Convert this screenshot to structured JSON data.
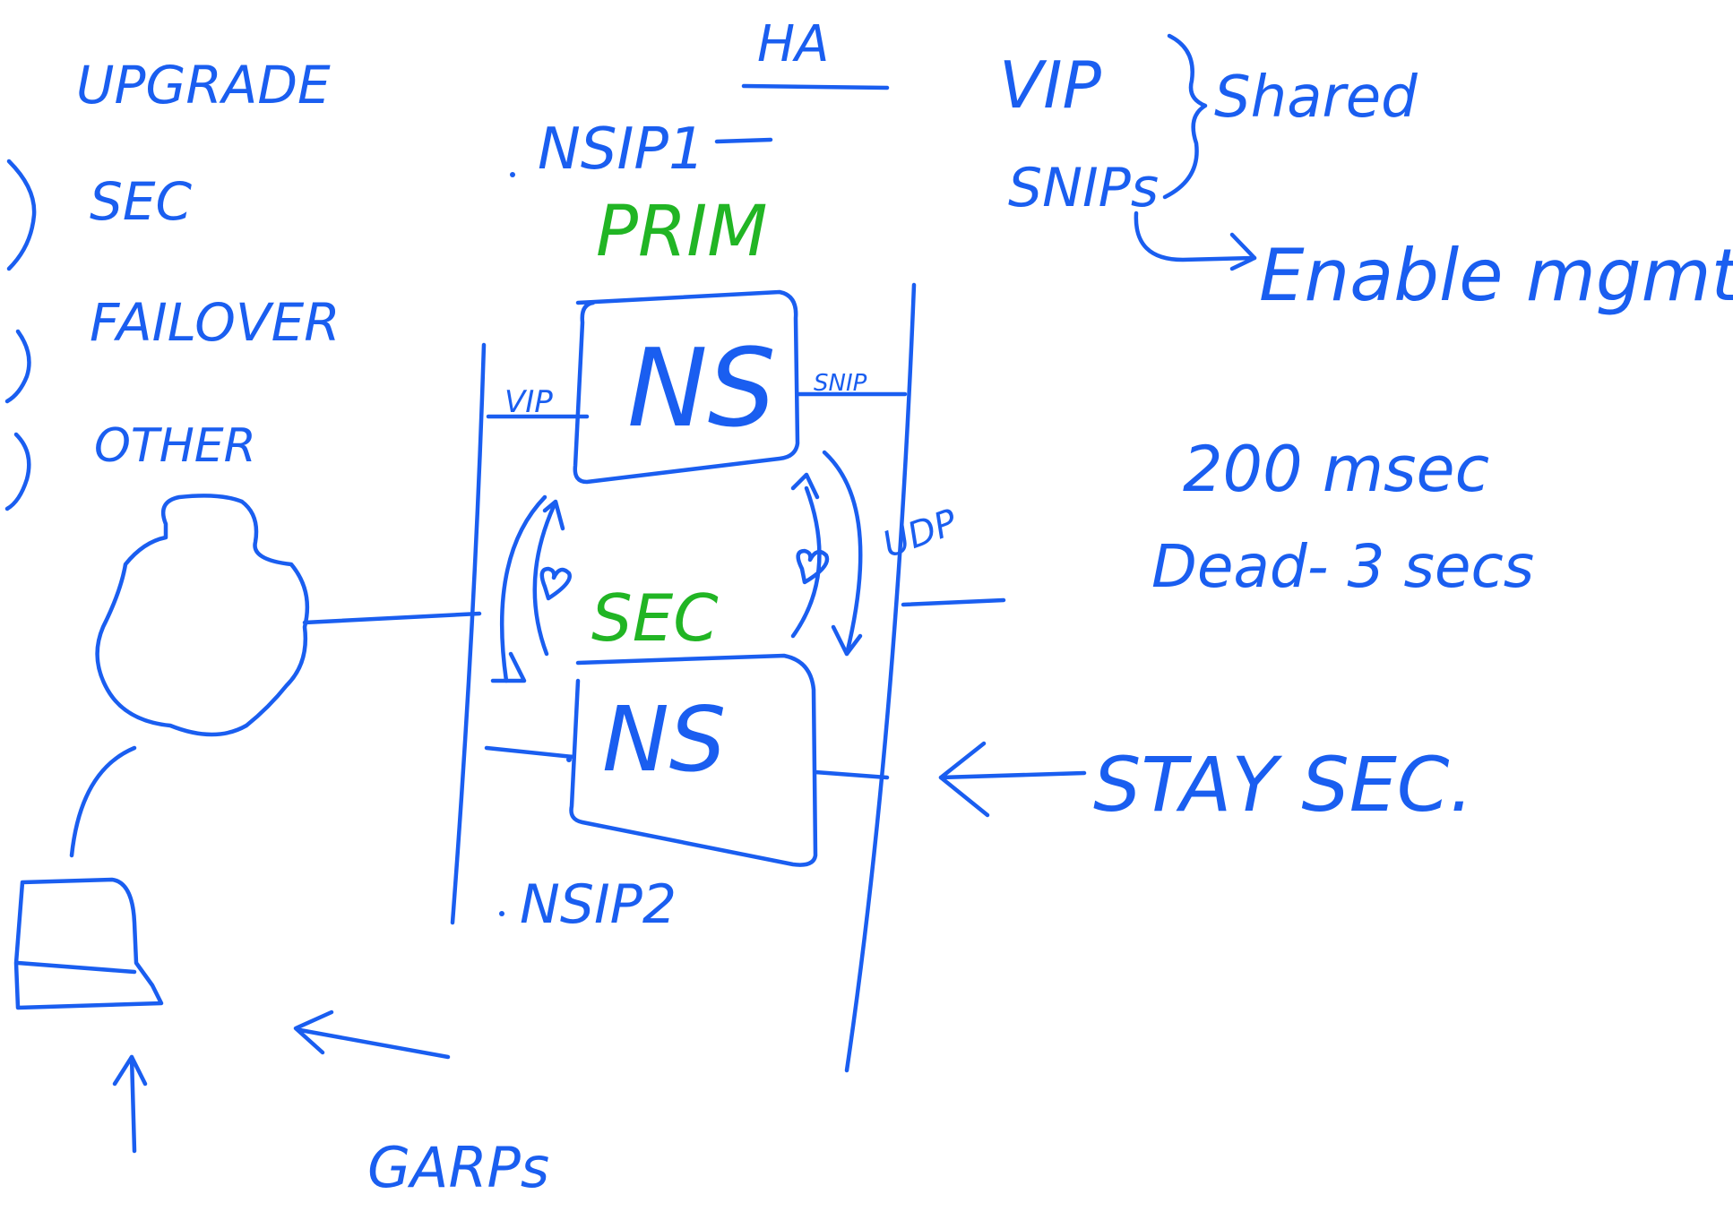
{
  "colors": {
    "ink": "#1a5ef0",
    "green_ink": "#21b524",
    "background": "#ffffff"
  },
  "left_list": {
    "upgrade": "UPGRADE",
    "sec": "SEC",
    "failover": "FAILOVER",
    "other": "OTHER"
  },
  "ha": "HA",
  "nsip1": "NSIP1",
  "prim": "PRIM",
  "ns_top": "NS",
  "vip_label": "VIP",
  "snip_label": "SNIP",
  "udp": "UDP",
  "sec_green": "SEC",
  "ns_bottom": "NS",
  "nsip2": "NSIP2",
  "shared_block": {
    "vip": "VIP",
    "snips": "SNIPs",
    "shared": "Shared",
    "enable_mgmt": "Enable mgmt"
  },
  "timing": {
    "interval": "200 msec",
    "dead": "Dead- 3 secs"
  },
  "stay_sec": "STAY SEC.",
  "garps": "GARPs",
  "icons": [
    "heart-icon",
    "cloud-icon",
    "switch-icon",
    "arrow-icon"
  ]
}
